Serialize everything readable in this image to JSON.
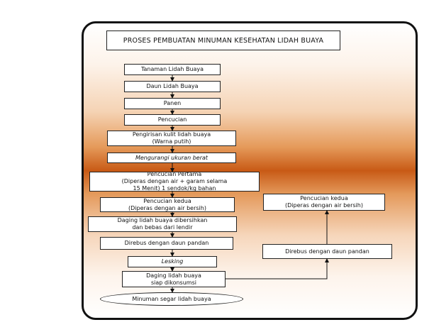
{
  "title": "PROSES PEMBUATAN MINUMAN KESEHATAN LIDAH BUAYA",
  "steps": {
    "s1": "Tanaman Lidah Buaya",
    "s2": "Daun Lidah Buaya",
    "s3": "Panen",
    "s4": "Pencucian",
    "s5": "Pengirisan kulit lidah buaya\n(Warna putih)",
    "s6": "Mengurangi ukuran berat",
    "s7": "Pencucian Pertama\n(Diperas dengan air + garam selama\n15 Menit) 1 sendok/kg bahan",
    "s8": "Pencucian kedua\n(Diperas dengan air bersih)",
    "s9": "Daging lidah buaya dibersihkan\ndan bebas dari lendir",
    "s10": "Direbus dengan daun pandan",
    "s11": "Lesking",
    "s12": "Daging lidah buaya\nsiap dikonsumsi",
    "s13": "Minuman segar lidah buaya",
    "r1": "Pencucian kedua\n(Diperas dengan air bersih)",
    "r2": "Direbus dengan daun pandan"
  }
}
